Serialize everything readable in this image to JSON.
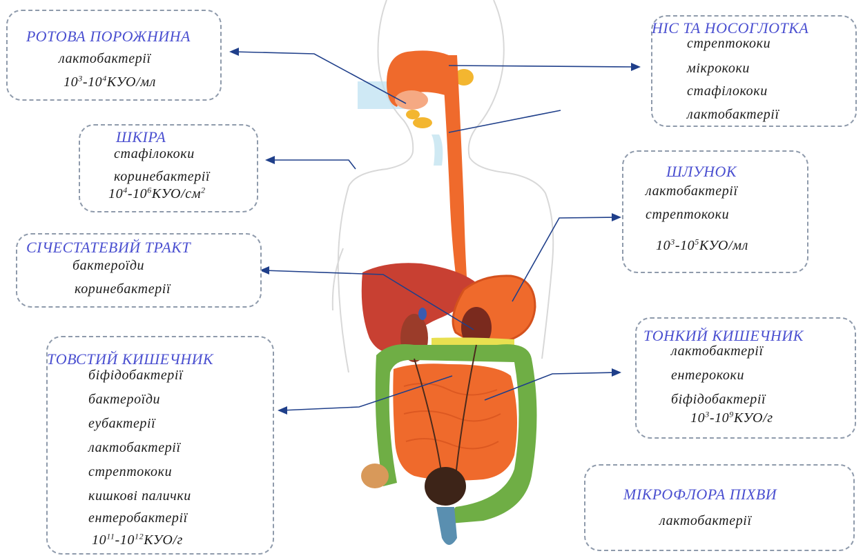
{
  "colors": {
    "title": "#4a4fd0",
    "text": "#1a1a1a",
    "box_border": "#8e9aab",
    "arrow": "#1f3f8a",
    "digestive_tract": "#ef6a2c",
    "liver": "#c84032",
    "intestine_green": "#6fae45",
    "body_outline": "#d8d8d8"
  },
  "boxes": [
    {
      "key": "mouth",
      "title": "РОТОВА ПОРОЖНИНА",
      "lines": [
        "лактобактерії"
      ],
      "count": {
        "a": "10",
        "a_exp": "3",
        "b": "10",
        "b_exp": "4",
        "unit": "КУО/мл"
      }
    },
    {
      "key": "skin",
      "title": "ШКІРА",
      "lines": [
        "стафілококи",
        "коринебактерії"
      ],
      "count": {
        "a": "10",
        "a_exp": "4",
        "b": "10",
        "b_exp": "6",
        "unit": "КУО/см",
        "unit_exp": "2"
      }
    },
    {
      "key": "urogenital",
      "title": "СІЧЕСТАТЕВИЙ ТРАКТ",
      "lines": [
        "бактероїди",
        "коринебактерії"
      ]
    },
    {
      "key": "large_intestine",
      "title": "ТОВСТИЙ КИШЕЧНИК",
      "lines": [
        "біфідобактерії",
        "бактероїди",
        "еубактерії",
        "лактобактерії",
        "стрептококи",
        "кишкові палички",
        "ентеробактерії"
      ],
      "count": {
        "a": "10",
        "a_exp": "11",
        "b": "10",
        "b_exp": "12",
        "unit": "КУО/г"
      }
    },
    {
      "key": "nose",
      "title": "НІС ТА НОСОГЛОТКА",
      "lines": [
        "стрептококи",
        "мікрококи",
        "стафілококи",
        "лактобактерії"
      ]
    },
    {
      "key": "stomach",
      "title": "ШЛУНОК",
      "lines": [
        "лактобактерії",
        "стрептококи"
      ],
      "count": {
        "a": "10",
        "a_exp": "3",
        "b": "10",
        "b_exp": "5",
        "unit": "КУО/мл"
      }
    },
    {
      "key": "small_intestine",
      "title": "ТОНКИЙ КИШЕЧНИК",
      "lines": [
        "лактобактерії",
        "ентерококи",
        "біфідобактерії"
      ],
      "count": {
        "a": "10",
        "a_exp": "3",
        "b": "10",
        "b_exp": "9",
        "unit": "КУО/г"
      }
    },
    {
      "key": "vagina",
      "title": "МІКРОФЛОРА ПІХВИ",
      "lines": [
        "лактобактерії"
      ]
    }
  ]
}
